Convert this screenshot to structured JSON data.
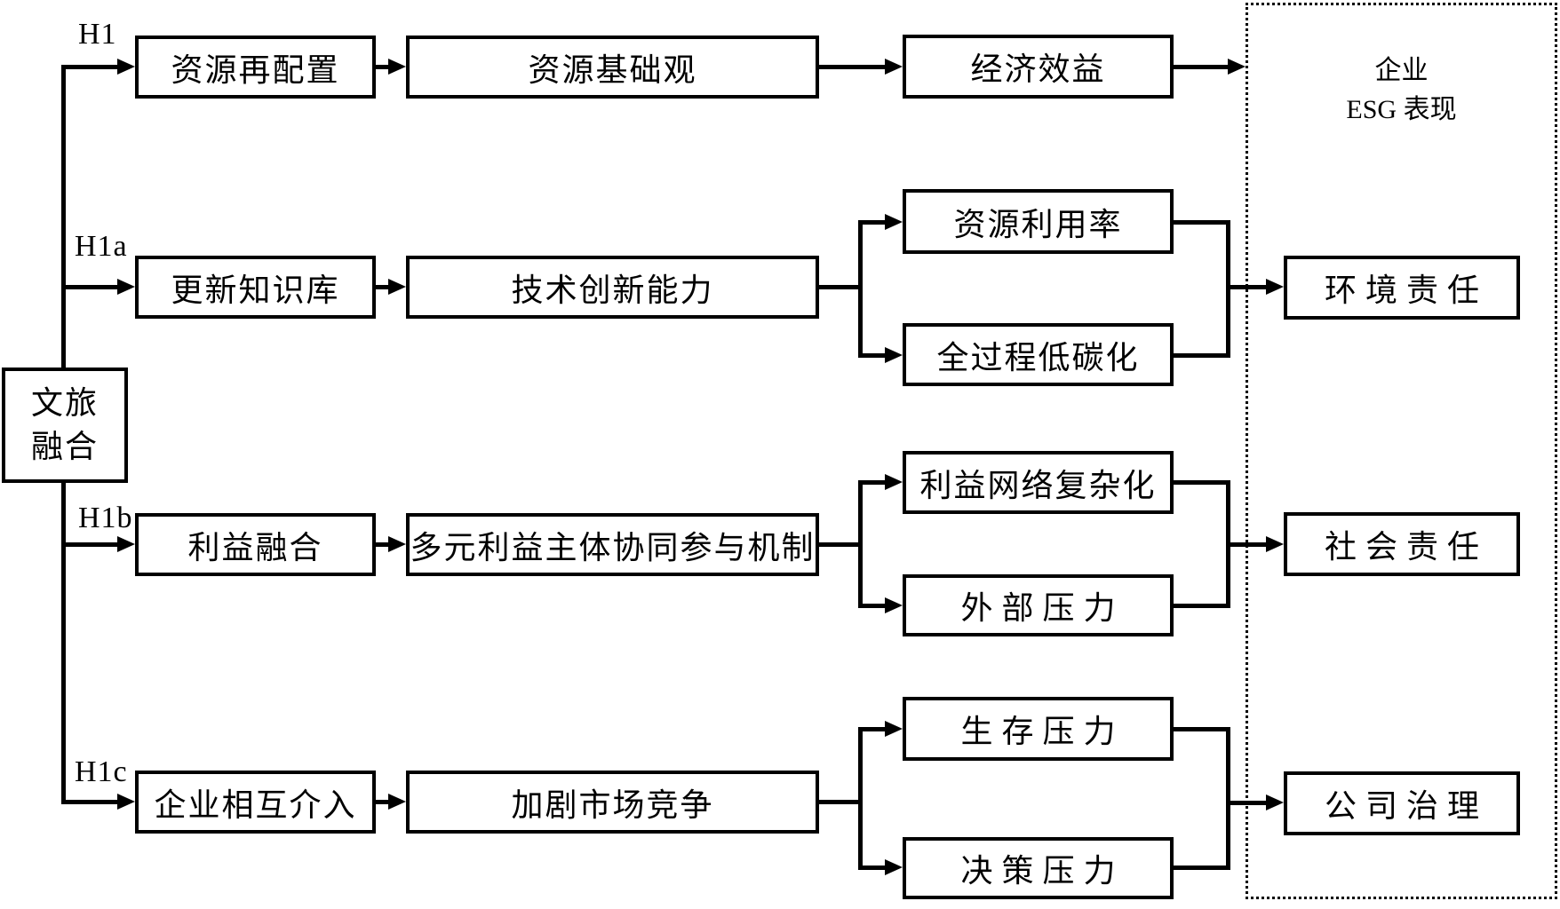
{
  "frame": {
    "title_line1": "企业",
    "title_line2": "ESG 表现"
  },
  "source": {
    "line1": "文旅",
    "line2": "融合"
  },
  "paths": [
    {
      "hypothesis": "H1",
      "antecedent": "资源再配置",
      "mediator": "资源基础观",
      "outcome": "经济效益"
    },
    {
      "hypothesis": "H1a",
      "antecedent": "更新知识库",
      "mediator": "技术创新能力",
      "outcome_top": "资源利用率",
      "outcome_bottom": "全过程低碳化",
      "dimension": "环境责任"
    },
    {
      "hypothesis": "H1b",
      "antecedent": "利益融合",
      "mediator": "多元利益主体协同参与机制",
      "outcome_top": "利益网络复杂化",
      "outcome_bottom": "外部压力",
      "dimension": "社会责任"
    },
    {
      "hypothesis": "H1c",
      "antecedent": "企业相互介入",
      "mediator": "加剧市场竞争",
      "outcome_top": "生存压力",
      "outcome_bottom": "决策压力",
      "dimension": "公司治理"
    }
  ],
  "colors": {
    "line": "#000000",
    "background": "#ffffff"
  }
}
